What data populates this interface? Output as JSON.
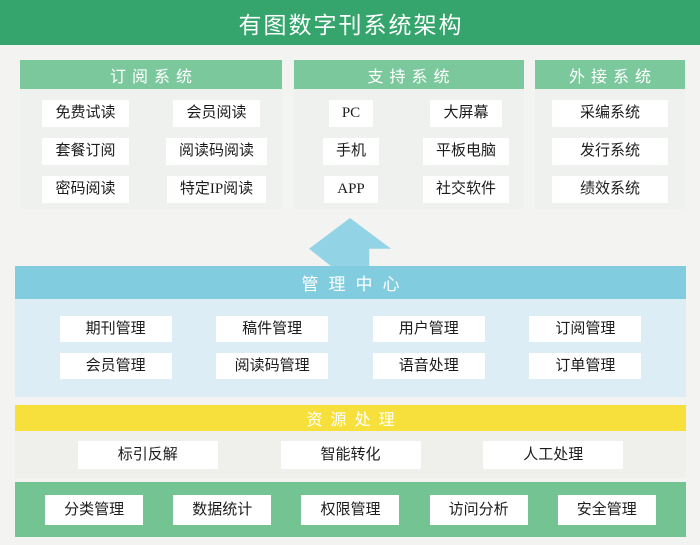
{
  "title": "有图数字刊系统架构",
  "colors": {
    "page_bg": "#f3f4f1",
    "header_green": "#35a56d",
    "sub_green": "#7cc89d",
    "panel_bg": "#eff1ee",
    "teal": "#82cce0",
    "arrow_blue": "#93d3e6",
    "light_blue": "#dcedf5",
    "yellow": "#f8e03c",
    "resource_bg": "#efefec",
    "base_green": "#74c392"
  },
  "columns": [
    {
      "header": "订阅系统",
      "items": [
        "免费试读",
        "会员阅读",
        "套餐订阅",
        "阅读码阅读",
        "密码阅读",
        "特定IP阅读"
      ]
    },
    {
      "header": "支持系统",
      "items": [
        "PC",
        "大屏幕",
        "手机",
        "平板电脑",
        "APP",
        "社交软件"
      ]
    },
    {
      "header": "外接系统",
      "items": [
        "采编系统",
        "发行系统",
        "绩效系统"
      ]
    }
  ],
  "management": {
    "header": "管理中心",
    "rows": [
      [
        "期刊管理",
        "稿件管理",
        "用户管理",
        "订阅管理"
      ],
      [
        "会员管理",
        "阅读码管理",
        "语音处理",
        "订单管理"
      ]
    ]
  },
  "resource": {
    "header": "资源处理",
    "items": [
      "标引反解",
      "智能转化",
      "人工处理"
    ]
  },
  "base": {
    "items": [
      "分类管理",
      "数据统计",
      "权限管理",
      "访问分析",
      "安全管理"
    ]
  }
}
